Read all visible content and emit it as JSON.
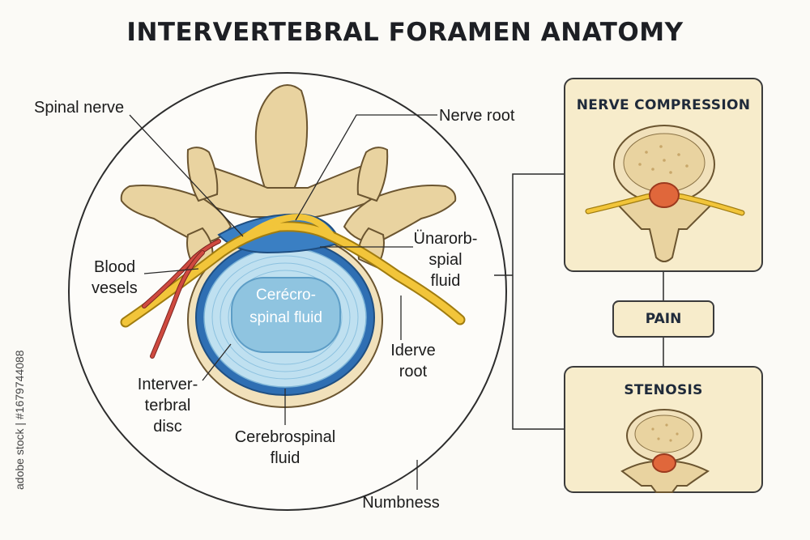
{
  "title": "INTERVERTEBRAL FORAMEN ANATOMY",
  "labels": {
    "spinal_nerve": "Spinal nerve",
    "nerve_root_top": "Nerve root",
    "unreadable": "Ünarorb-",
    "spial": "spial",
    "fluid": "fluid",
    "blood": "Blood",
    "vessels": "vesels",
    "iderve": "Iderve",
    "root": "root",
    "inter1": "Inter­ver-",
    "inter2": "terbral",
    "inter3": "disc",
    "csf1": "Cerebrospinal",
    "csf2": "fluid",
    "numbness": "Numbness",
    "center1": "Cerécro-",
    "center2": "spinal fluid"
  },
  "boxes": {
    "compression": "NERVE COMPRESSION",
    "pain": "PAIN",
    "stenosis": "STENOSIS"
  },
  "watermark": "adobe stock | #1679744088",
  "colors": {
    "bone": "#e9d3a0",
    "bone_stroke": "#6b5530",
    "nerve": "#f0c234",
    "disc_blue": "#3f86c6",
    "disc_light": "#a9d2ea",
    "vessel": "#c9413a",
    "panel": "#f7eccb"
  }
}
